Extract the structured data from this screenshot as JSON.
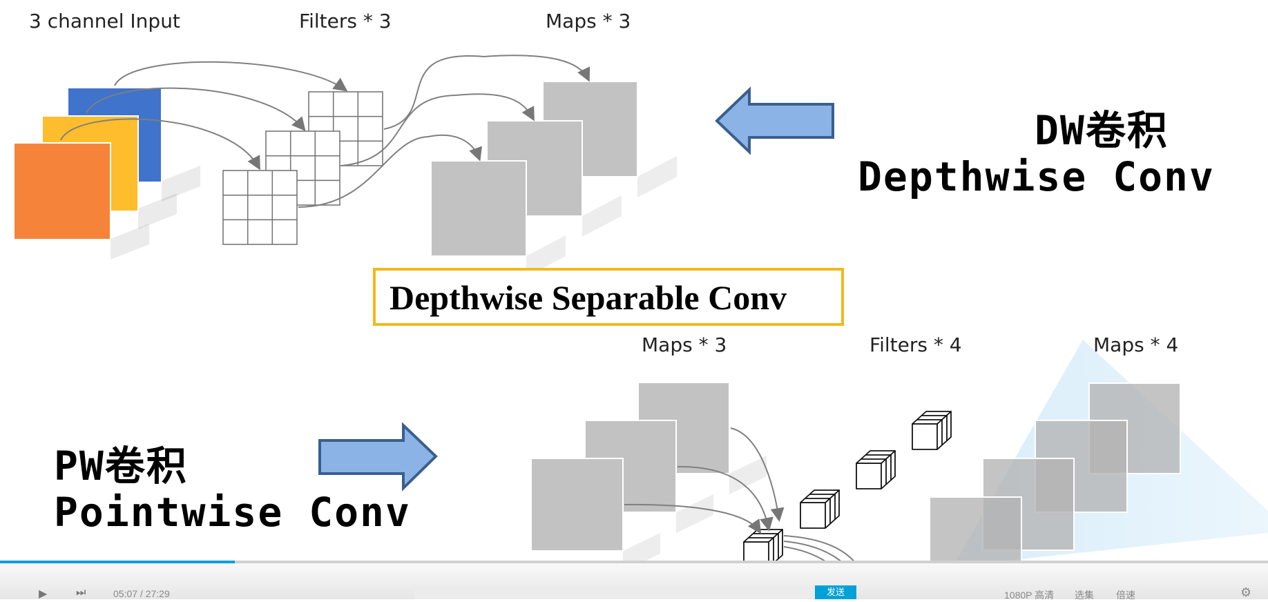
{
  "dw": {
    "input_label": "3 channel Input",
    "filters_label": "Filters * 3",
    "maps_label": "Maps * 3",
    "title_cn": "DW卷积",
    "title_en": "Depthwise Conv"
  },
  "center": {
    "label": "Depthwise Separable Conv"
  },
  "pw": {
    "maps_in_label": "Maps * 3",
    "filters_label": "Filters * 4",
    "maps_out_label": "Maps * 4",
    "title_cn": "PW卷积",
    "title_en": "Pointwise Conv"
  },
  "colors": {
    "channel_orange": "#f5843a",
    "channel_yellow": "#fdbd2c",
    "channel_blue": "#3f73cc",
    "map_gray": "#c2c2c2",
    "arrow_fill": "#8cb3e6",
    "arrow_stroke": "#3a5f8f",
    "box_border": "#f2b91c"
  },
  "player": {
    "time": "05:07 / 27:29",
    "quality": "1080P 高清",
    "episodes": "选集",
    "speed": "倍速",
    "send": "发送",
    "progress_fraction": 0.185
  }
}
